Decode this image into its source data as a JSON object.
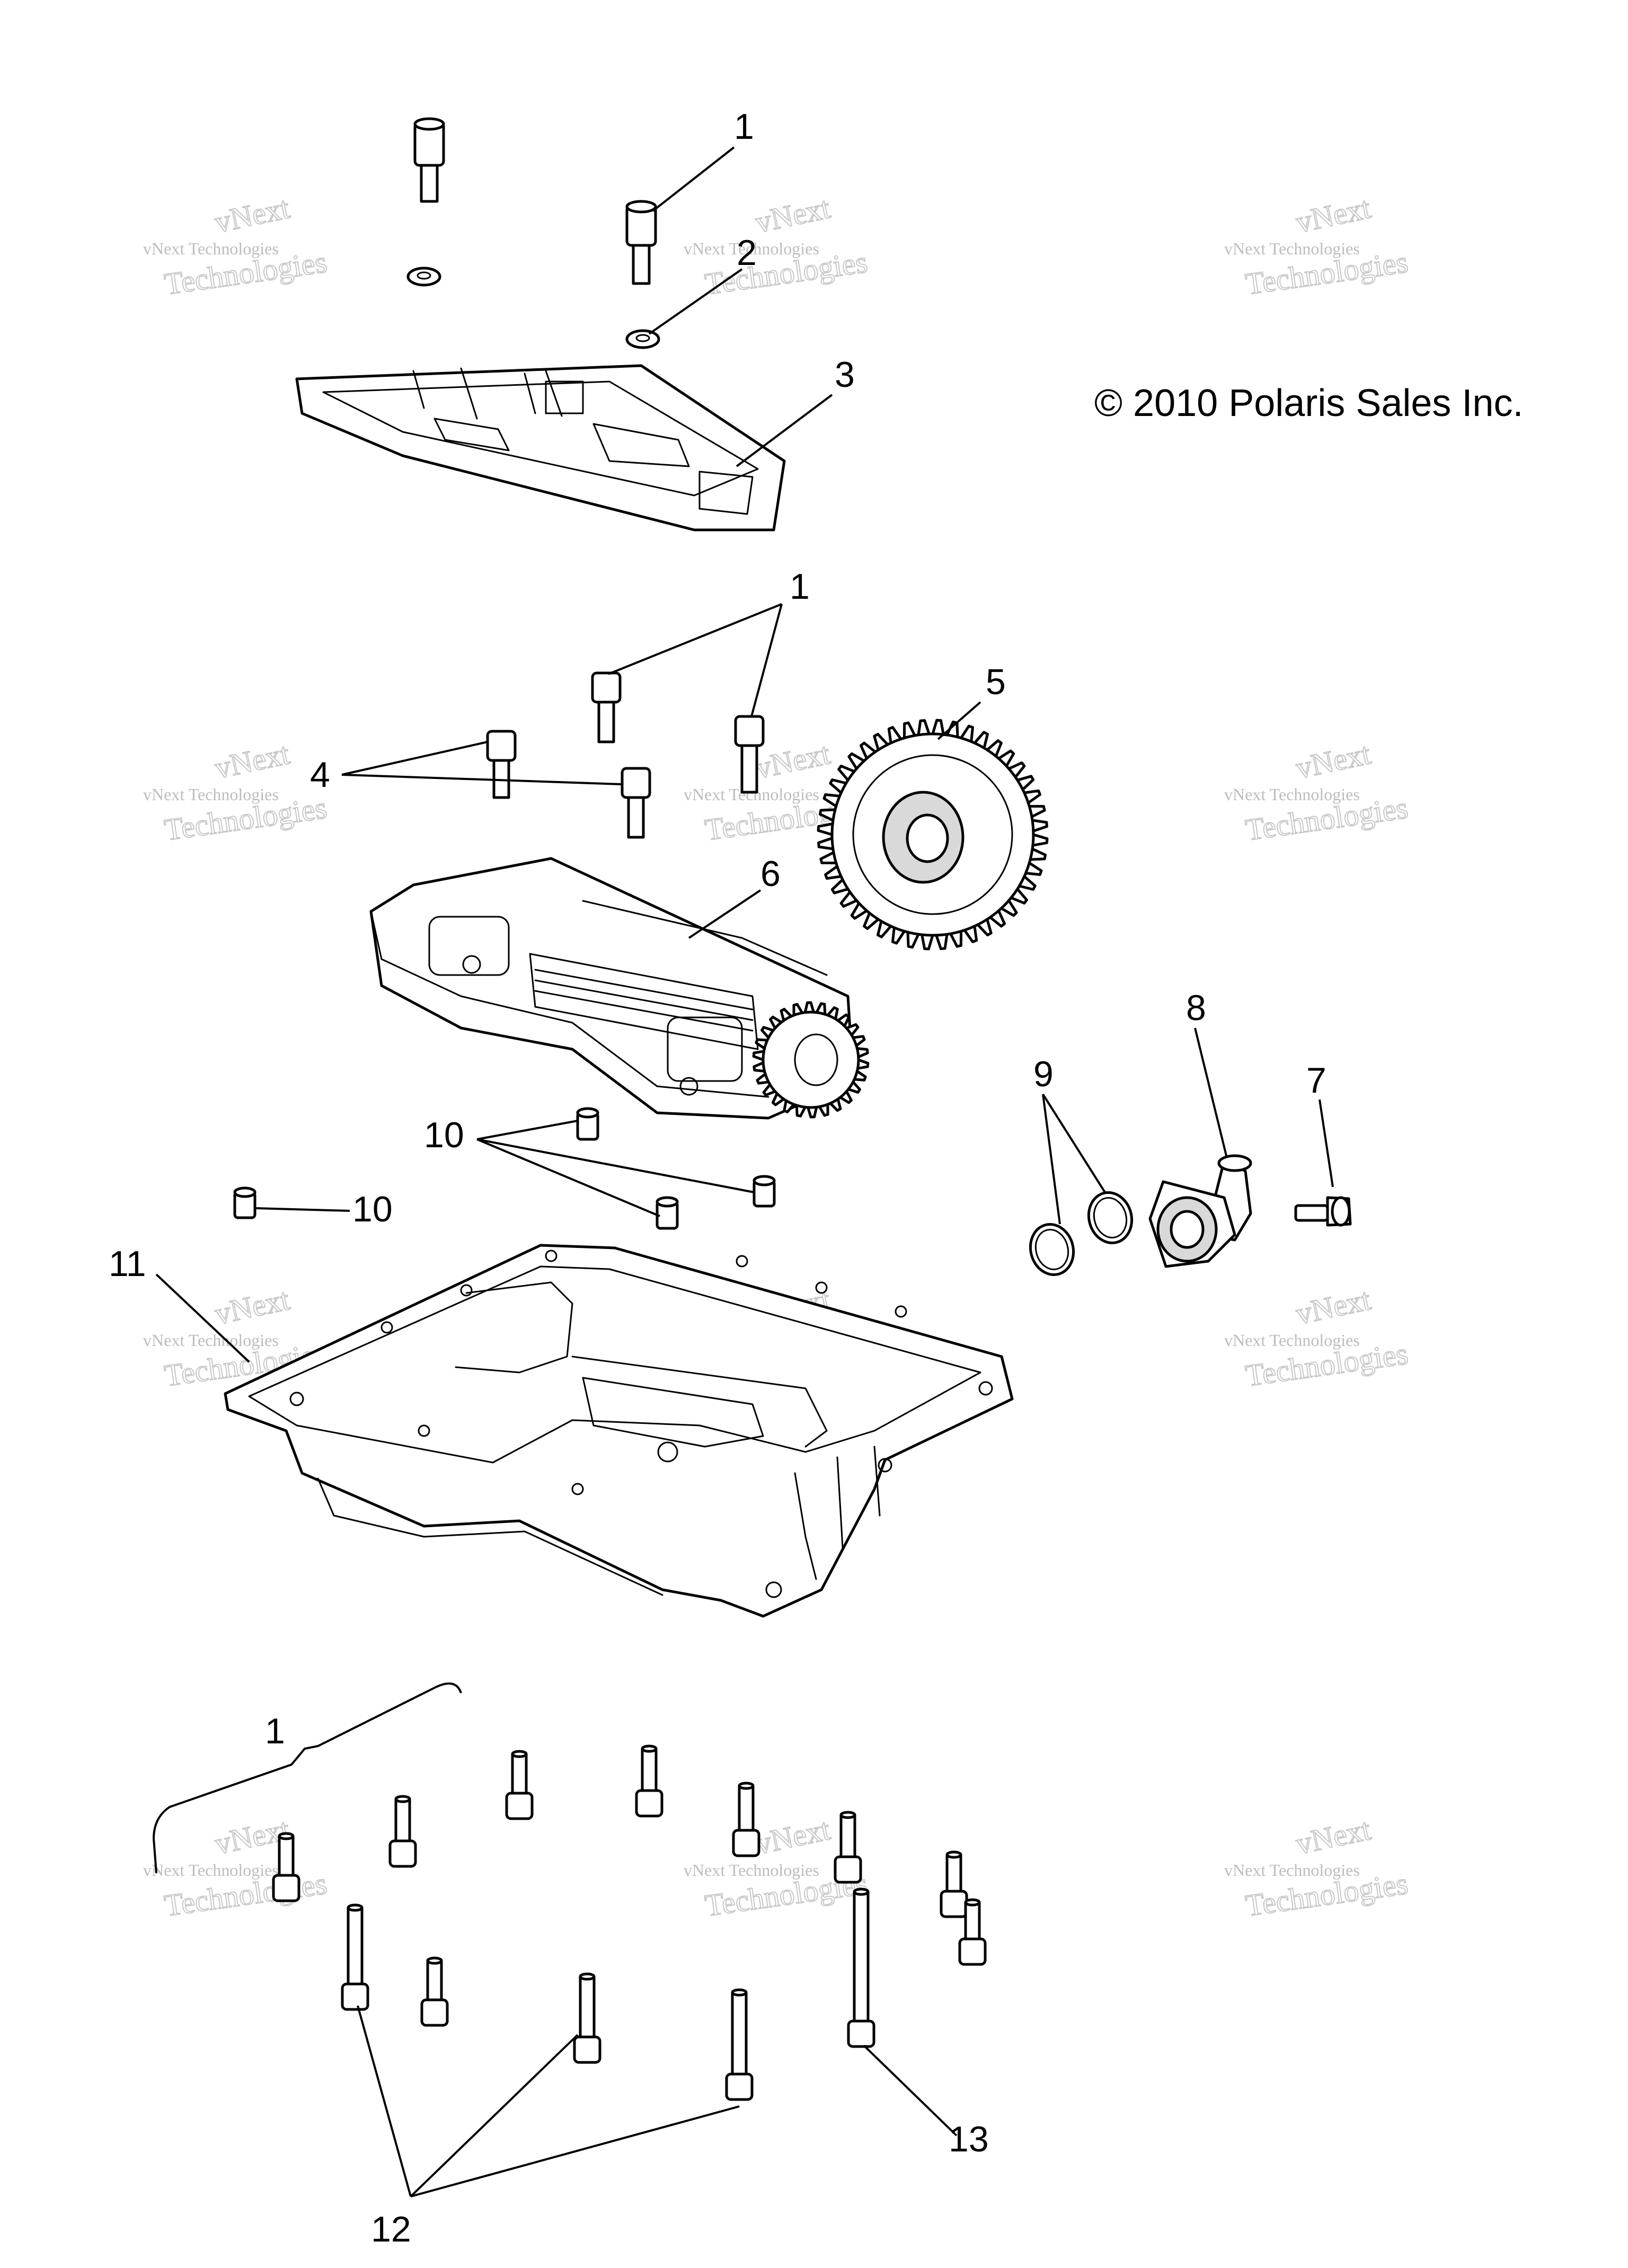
{
  "copyright": "© 2010 Polaris Sales Inc.",
  "watermark": {
    "brand": "vNext",
    "line1": "vNext Technologies",
    "line2": "Technologies"
  },
  "callouts": [
    "1",
    "2",
    "3",
    "1",
    "4",
    "5",
    "6",
    "7",
    "8",
    "9",
    "10",
    "10",
    "11",
    "1",
    "12",
    "13"
  ],
  "colors": {
    "line": "#000000",
    "watermark": "#bdbdbd",
    "background": "#ffffff"
  }
}
